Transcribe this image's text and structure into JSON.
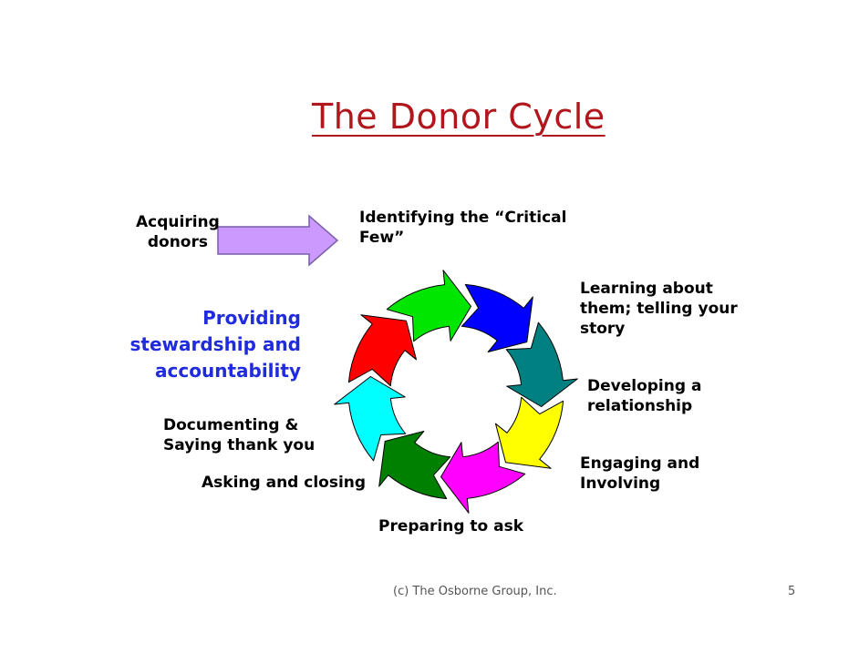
{
  "title": "The Donor Cycle",
  "labels": {
    "acquiring": "Acquiring\ndonors",
    "identifying": "Identifying the “Critical\nFew”",
    "learning": "Learning about\nthem; telling your\nstory",
    "developing": "Developing a\nrelationship",
    "engaging": "Engaging and\nInvolving",
    "preparing": "Preparing to ask",
    "asking": "Asking and closing",
    "documenting": "Documenting &\nSaying thank you",
    "stewardship": "Providing\nstewardship and\naccountability"
  },
  "footer": {
    "copyright": "(c) The Osborne Group, Inc.",
    "page_number": "5"
  },
  "colors": {
    "title": "#b0161c",
    "stewardship_text": "#1f2bdc",
    "input_arrow_fill": "#cc99ff",
    "input_arrow_stroke": "#7a5fa8",
    "cycle_segments": [
      "#ff0000",
      "#00e600",
      "#0000ff",
      "#008080",
      "#ffff00",
      "#ff00ff",
      "#008000",
      "#00ffff"
    ]
  }
}
